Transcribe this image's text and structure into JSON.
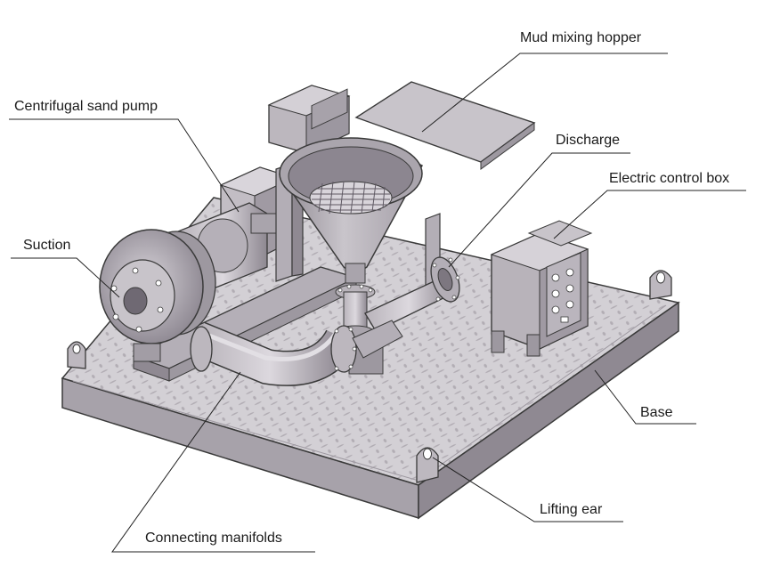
{
  "labels": {
    "mud_mixing_hopper": "Mud mixing hopper",
    "centrifugal_sand_pump": "Centrifugal sand pump",
    "discharge": "Discharge",
    "electric_control_box": "Electric control box",
    "suction": "Suction",
    "base": "Base",
    "lifting_ear": "Lifting ear",
    "connecting_manifolds": "Connecting manifolds"
  },
  "colors": {
    "metal_light": "#c9c5cb",
    "metal_mid": "#a9a4ab",
    "metal_dark": "#7d7780",
    "outline": "#3a3a3a",
    "leader": "#222222"
  }
}
